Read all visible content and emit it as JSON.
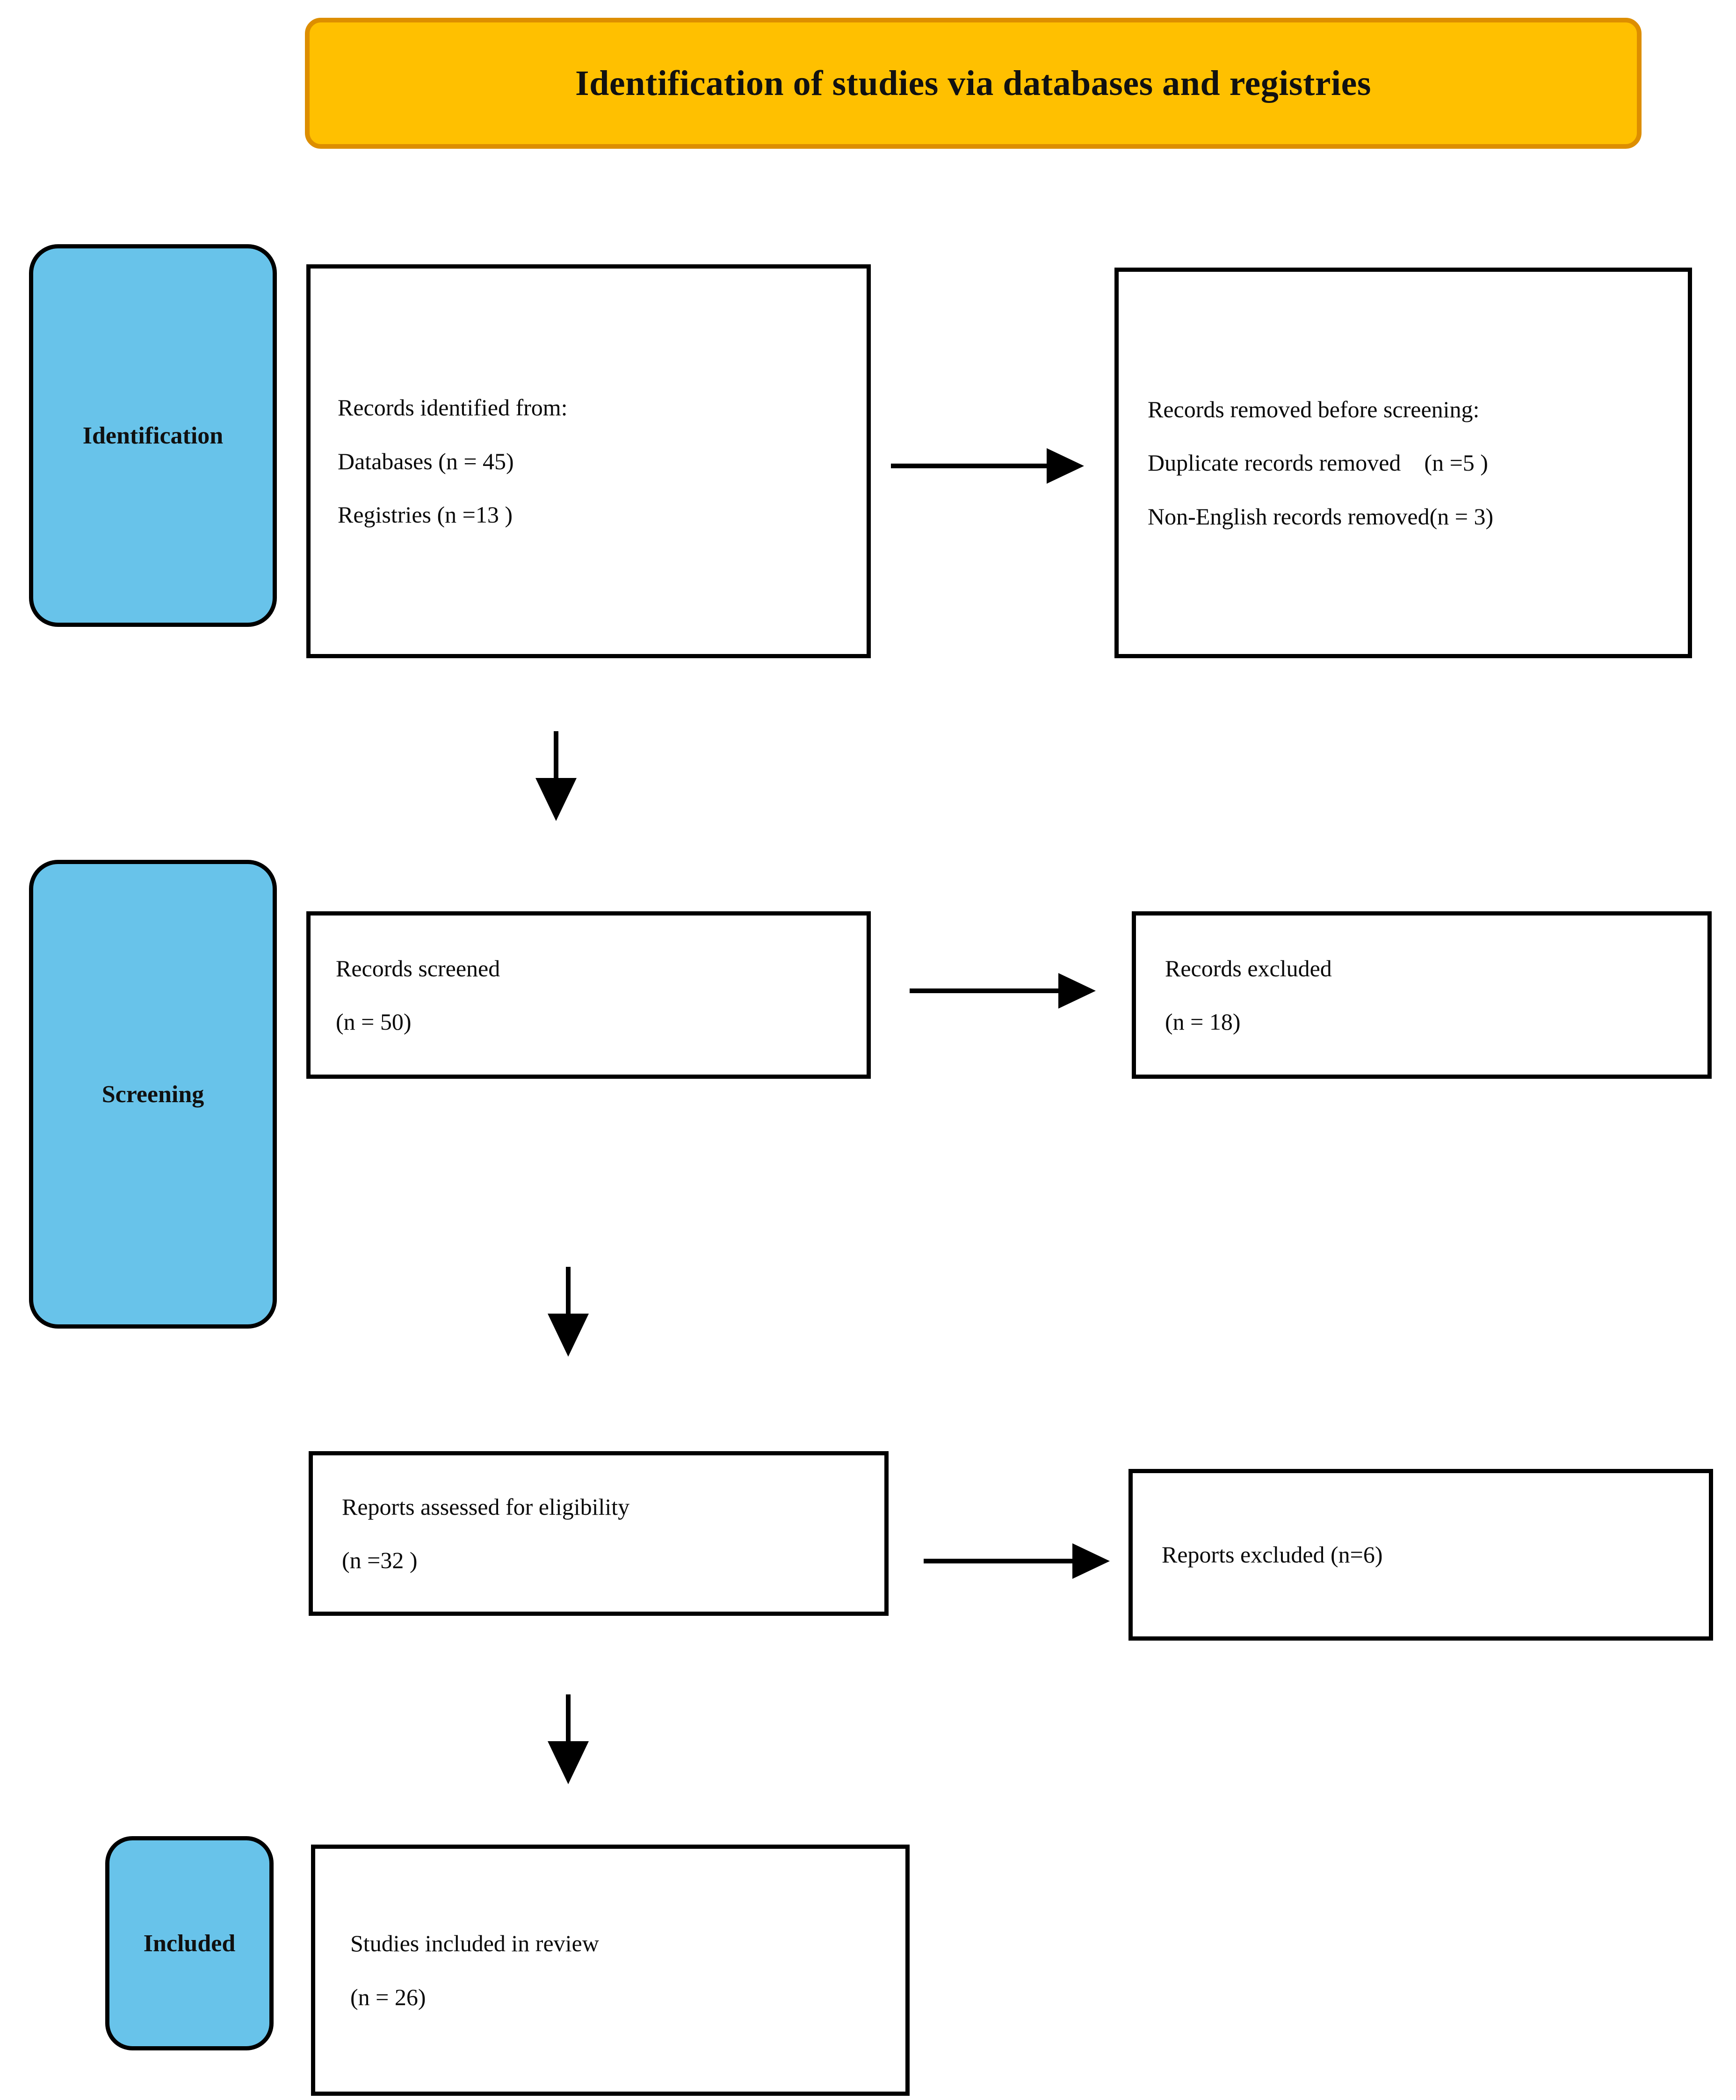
{
  "banner": {
    "title": "Identification of studies via databases and registries",
    "fill_color": "#FFC000",
    "border_color": "#DD8E00"
  },
  "stage_color": "#68C3EA",
  "stages": [
    {
      "id": "identification",
      "label": "Identification"
    },
    {
      "id": "screening",
      "label": "Screening"
    },
    {
      "id": "included",
      "label": "Included"
    }
  ],
  "boxes": {
    "records_identified": {
      "lines": [
        "Records identified from:",
        "Databases (n = 45)",
        "Registries (n =13 )"
      ]
    },
    "records_removed": {
      "lines": [
        "Records removed before screening:",
        "Duplicate records removed    (n =5 )",
        "Non-English records removed(n = 3)"
      ]
    },
    "records_screened": {
      "lines": [
        "Records screened",
        "(n = 50)"
      ]
    },
    "records_excluded": {
      "lines": [
        "Records excluded",
        "(n = 18)"
      ]
    },
    "reports_eligibility": {
      "lines": [
        "Reports assessed for eligibility",
        "(n =32 )"
      ]
    },
    "reports_excluded": {
      "lines": [
        "Reports excluded (n=6)"
      ]
    },
    "studies_included": {
      "lines": [
        "Studies included in review",
        "(n = 26)"
      ]
    }
  },
  "chart_data": {
    "type": "diagram",
    "title": "Identification of studies via databases and registries",
    "diagram_kind": "PRISMA flow diagram",
    "stages": [
      "Identification",
      "Screening",
      "Included"
    ],
    "nodes": [
      {
        "id": "records_identified",
        "stage": "Identification",
        "label": "Records identified from:",
        "databases_n": 45,
        "registries_n": 13
      },
      {
        "id": "records_removed",
        "stage": "Identification",
        "label": "Records removed before screening:",
        "duplicate_records_removed_n": 5,
        "non_english_records_removed_n": 3
      },
      {
        "id": "records_screened",
        "stage": "Screening",
        "label": "Records screened",
        "n": 50
      },
      {
        "id": "records_excluded",
        "stage": "Screening",
        "label": "Records excluded",
        "n": 18
      },
      {
        "id": "reports_eligibility",
        "stage": "Screening",
        "label": "Reports assessed for eligibility",
        "n": 32
      },
      {
        "id": "reports_excluded",
        "stage": "Screening",
        "label": "Reports excluded",
        "n": 6
      },
      {
        "id": "studies_included",
        "stage": "Included",
        "label": "Studies included in review",
        "n": 26
      }
    ],
    "edges": [
      {
        "from": "records_identified",
        "to": "records_removed",
        "direction": "right"
      },
      {
        "from": "records_identified",
        "to": "records_screened",
        "direction": "down"
      },
      {
        "from": "records_screened",
        "to": "records_excluded",
        "direction": "right"
      },
      {
        "from": "records_screened",
        "to": "reports_eligibility",
        "direction": "down"
      },
      {
        "from": "reports_eligibility",
        "to": "reports_excluded",
        "direction": "right"
      },
      {
        "from": "reports_eligibility",
        "to": "studies_included",
        "direction": "down"
      }
    ]
  }
}
